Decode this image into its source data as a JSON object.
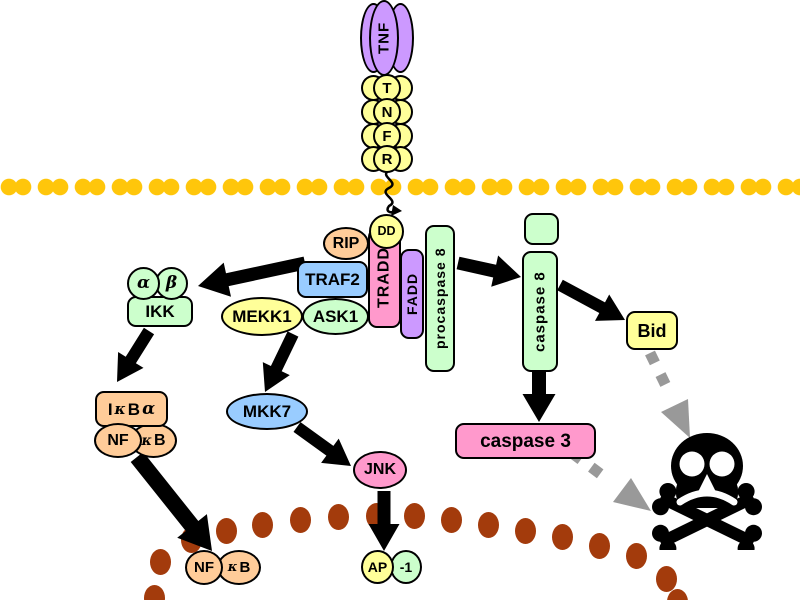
{
  "palette": {
    "yellow": "#FFFF99",
    "green": "#CCFFCC",
    "blue": "#99CCFF",
    "purple": "#CC99FF",
    "pink": "#FF99CC",
    "peach": "#FFCC99",
    "membrane_gold": "#FFC60B",
    "nucleus_brown": "#A33B0C",
    "gray_arrow": "#999999",
    "arrow_black": "#000000"
  },
  "ligand": {
    "tnf": "TNF"
  },
  "receptor": {
    "letters": [
      "T",
      "N",
      "F",
      "R"
    ],
    "death_domain": "DD"
  },
  "complex": {
    "rip": "RIP",
    "traf2": "TRAF2",
    "tradd": "TRADD",
    "fadd": "FADD",
    "procaspase8": "procaspase 8"
  },
  "kinases": {
    "mekk1": "MEKK1",
    "ask1": "ASK1",
    "ikk": "IKK",
    "ikk_alpha": "α",
    "ikk_beta": "β",
    "mkk7": "MKK7",
    "jnk": "JNK"
  },
  "nfkb": {
    "ikb_i": "I",
    "ikb_kappa": "κ",
    "ikb_b": "B",
    "ikb_alpha": "α",
    "nf": "NF",
    "kappa": "κ",
    "b": "B"
  },
  "apoptosis": {
    "caspase8": "caspase 8",
    "caspase3": "caspase 3",
    "bid": "Bid",
    "death_icon": "skull-crossbones"
  },
  "nucleus": {
    "ap": "AP",
    "one": "-1"
  }
}
